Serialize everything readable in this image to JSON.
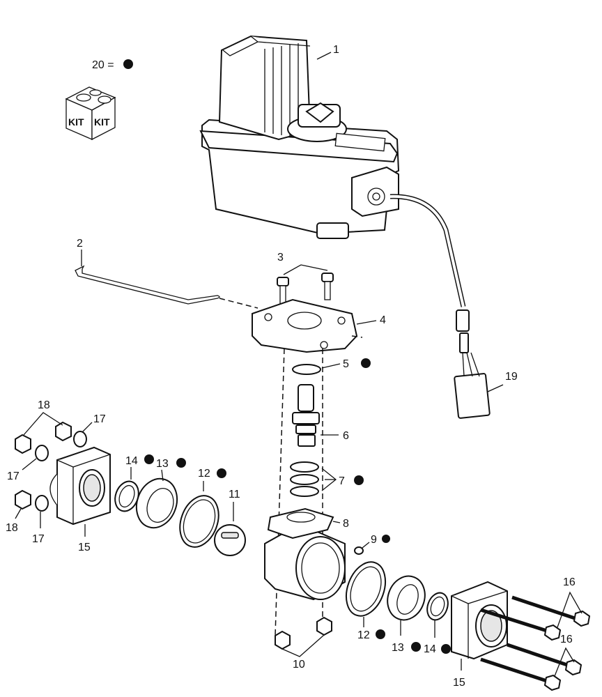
{
  "kit_legend": {
    "label": "20 =",
    "kit_text_left": "KIT",
    "kit_text_right": "KIT"
  },
  "callouts": {
    "c1": "1",
    "c2": "2",
    "c3": "3",
    "c4": "4",
    "c5": "5",
    "c6": "6",
    "c7": "7",
    "c8": "8",
    "c9": "9",
    "c10": "10",
    "c11": "11",
    "c12a": "12",
    "c12b": "12",
    "c13a": "13",
    "c13b": "13",
    "c14a": "14",
    "c14b": "14",
    "c15a": "15",
    "c15b": "15",
    "c16a": "16",
    "c16b": "16",
    "c17a": "17",
    "c17b": "17",
    "c17c": "17",
    "c18a": "18",
    "c18b": "18",
    "c19": "19"
  },
  "kit_marked_parts": [
    "5",
    "7",
    "9",
    "12",
    "13",
    "14"
  ]
}
